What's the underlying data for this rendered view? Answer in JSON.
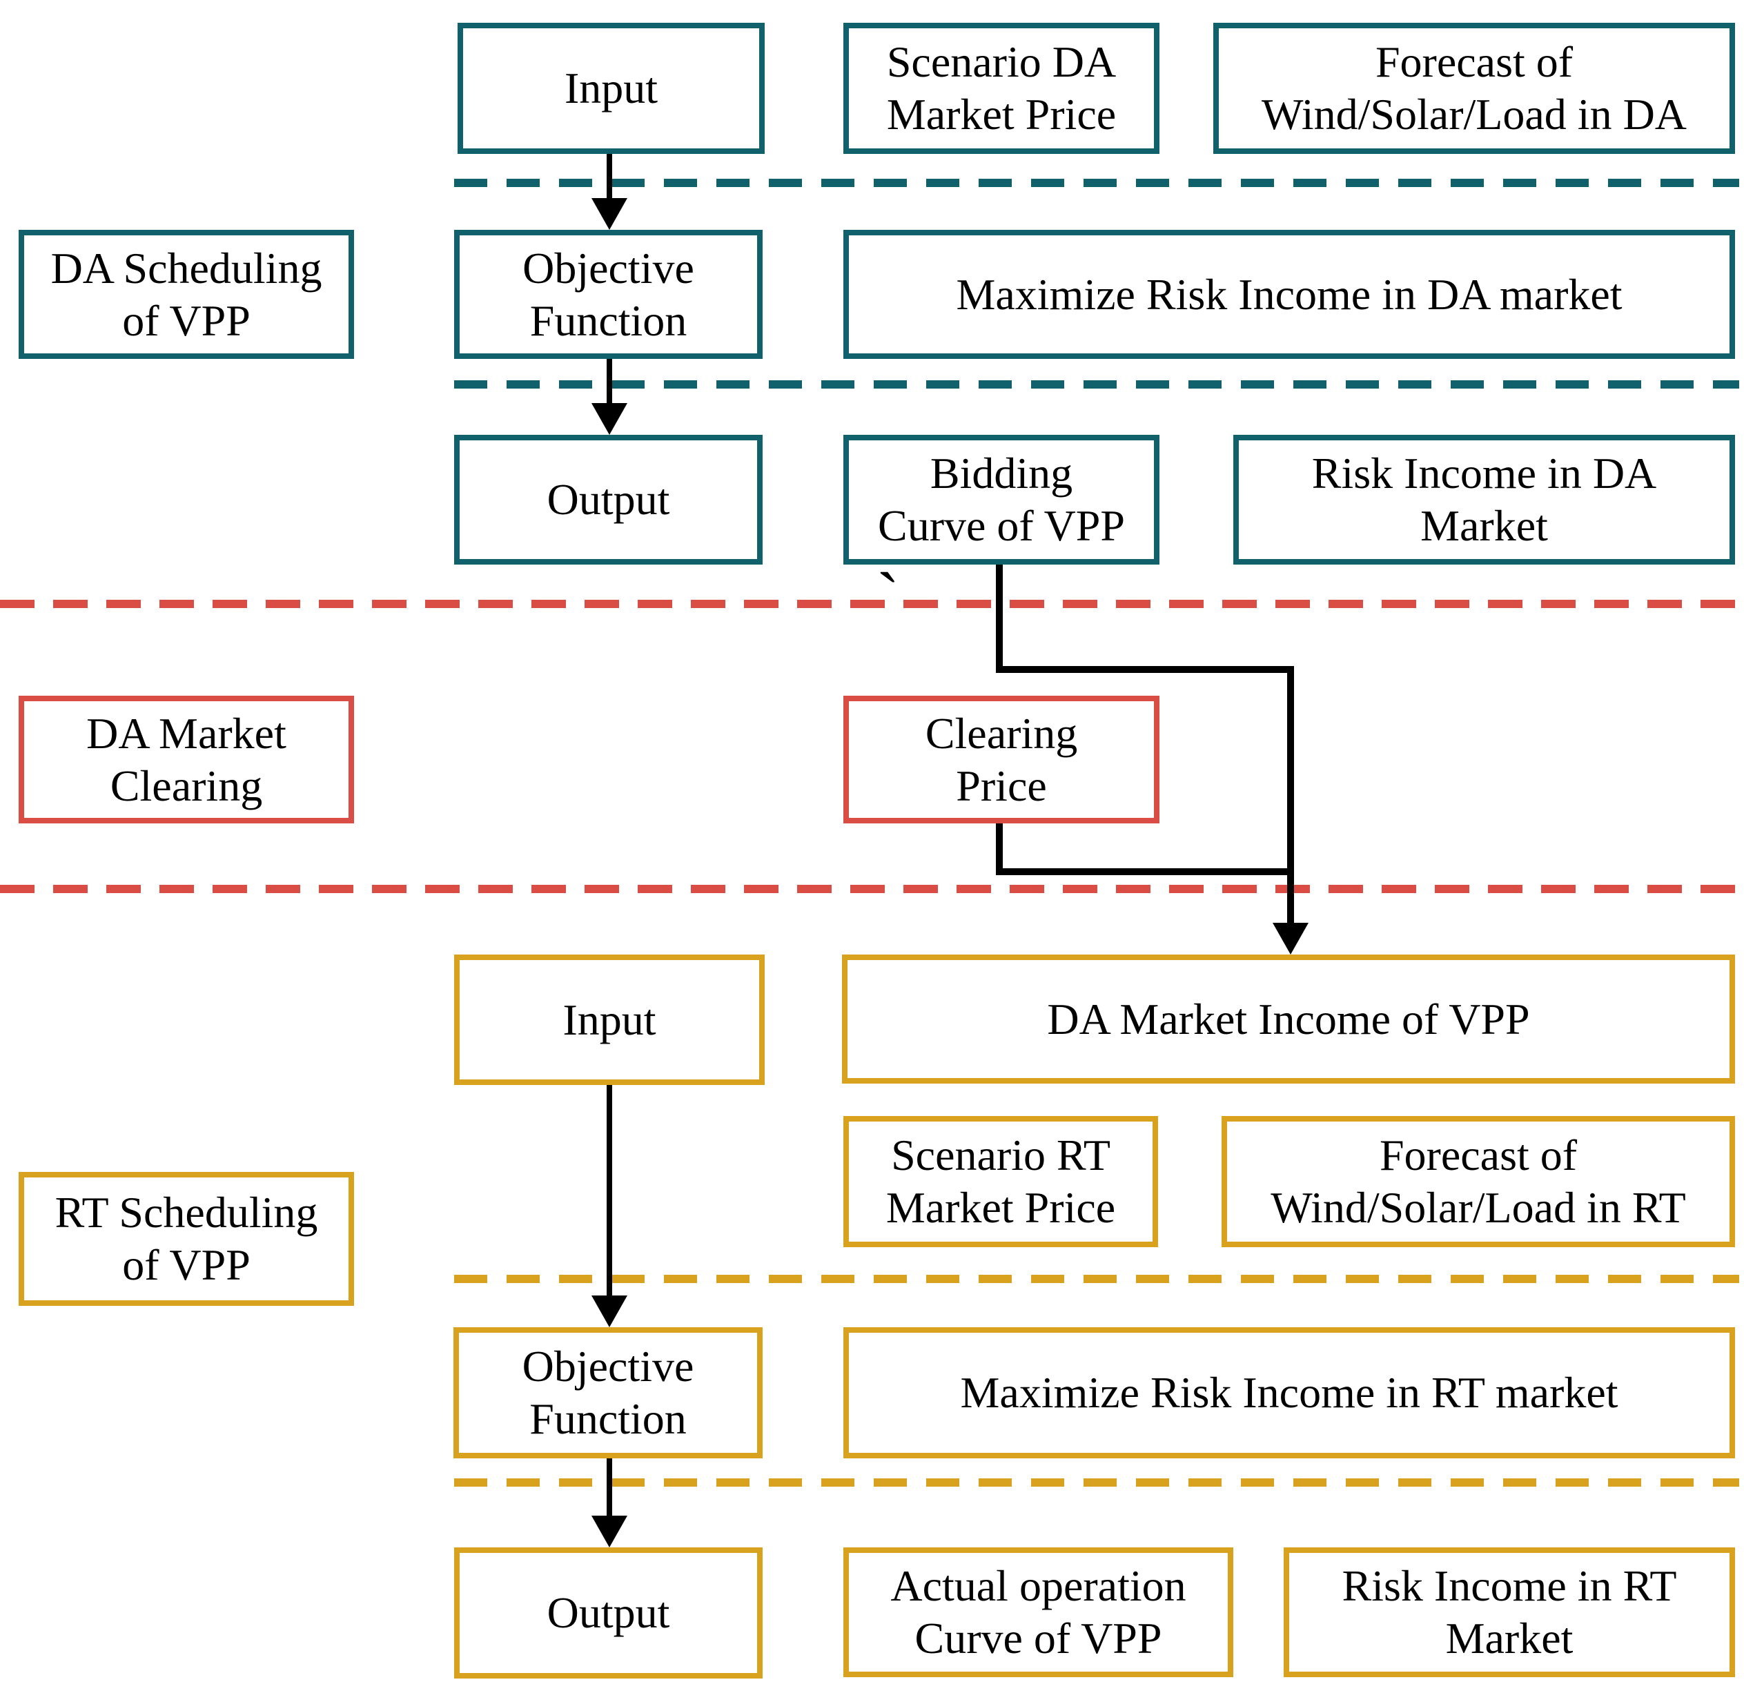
{
  "palette": {
    "teal": "#10616c",
    "red": "#d94d44",
    "orange": "#d8a21f",
    "ink": "#000000",
    "bg": "#ffffff"
  },
  "figure": {
    "da_section": {
      "side_label": "DA Scheduling\nof VPP",
      "input": "Input",
      "scenario": "Scenario DA\nMarket Price",
      "forecast": "Forecast of\nWind/Solar/Load in DA",
      "objective": "Objective\nFunction",
      "maximize": "Maximize Risk Income in DA market",
      "output": "Output",
      "bidding": "Bidding\nCurve of VPP",
      "risk": "Risk Income in DA\nMarket"
    },
    "clearing_section": {
      "side_label": "DA Market\nClearing",
      "clearing_price": "Clearing\nPrice"
    },
    "rt_section": {
      "side_label": "RT Scheduling\nof VPP",
      "input": "Input",
      "da_income": "DA Market Income of VPP",
      "scenario": "Scenario RT\nMarket Price",
      "forecast": "Forecast of\nWind/Solar/Load in RT",
      "objective": "Objective\nFunction",
      "maximize": "Maximize Risk Income in RT market",
      "output": "Output",
      "actual": "Actual operation\nCurve of VPP",
      "risk": "Risk Income in RT\nMarket"
    },
    "stray_mark": "`"
  }
}
